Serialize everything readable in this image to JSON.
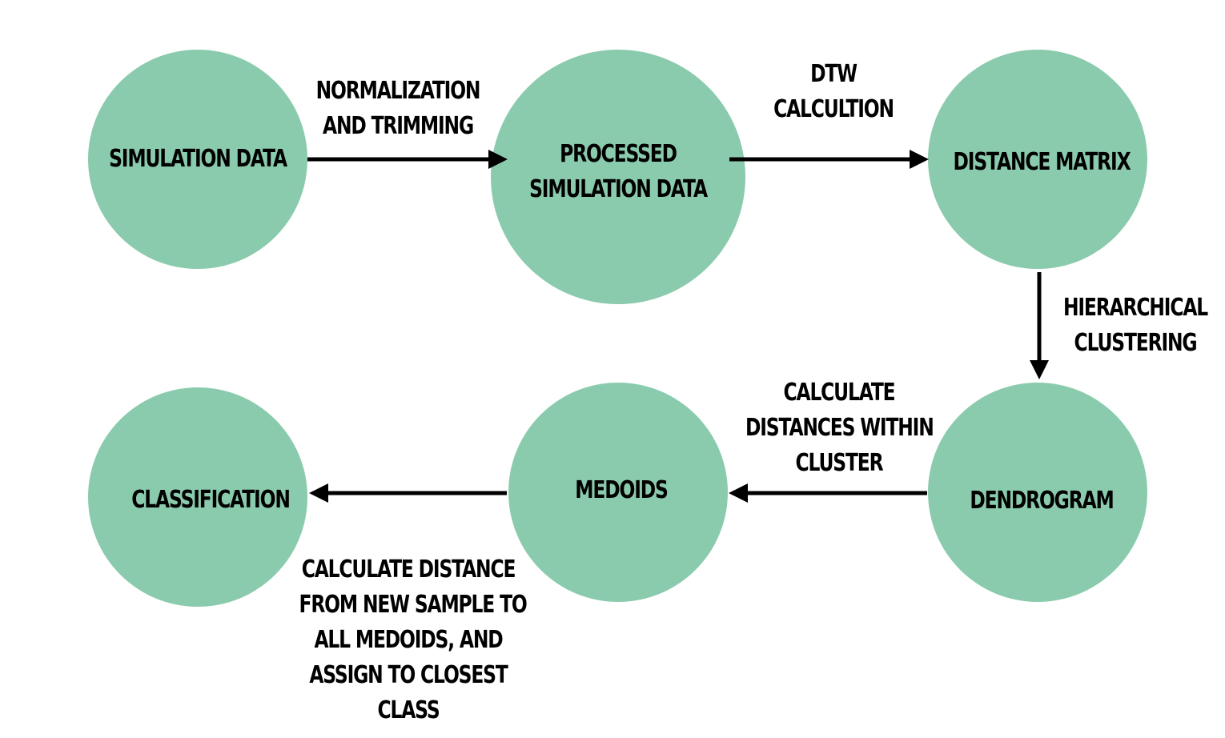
{
  "colors": {
    "node_fill": "#8bcbad",
    "arrow": "#000000",
    "text": "#000000",
    "background": "#ffffff"
  },
  "nodes": {
    "simulation_data": {
      "lines": [
        "SIMULATION DATA"
      ]
    },
    "processed_simulation_data": {
      "lines": [
        "PROCESSED",
        "SIMULATION DATA"
      ]
    },
    "distance_matrix": {
      "lines": [
        "DISTANCE MATRIX"
      ]
    },
    "dendrogram": {
      "lines": [
        "DENDROGRAM"
      ]
    },
    "medoids": {
      "lines": [
        "MEDOIDS"
      ]
    },
    "classification": {
      "lines": [
        "CLASSIFICATION"
      ]
    }
  },
  "edges": {
    "normalization": {
      "from": "SIMULATION DATA",
      "to": "PROCESSED SIMULATION DATA",
      "lines": [
        "NORMALIZATION",
        "AND TRIMMING"
      ]
    },
    "dtw": {
      "from": "PROCESSED SIMULATION DATA",
      "to": "DISTANCE MATRIX",
      "lines": [
        "DTW",
        "CALCULTION"
      ]
    },
    "hierarchical": {
      "from": "DISTANCE MATRIX",
      "to": "DENDROGRAM",
      "lines": [
        "HIERARCHICAL",
        "CLUSTERING"
      ]
    },
    "within_cluster": {
      "from": "DENDROGRAM",
      "to": "MEDOIDS",
      "lines": [
        "CALCULATE",
        "DISTANCES WITHIN",
        "CLUSTER"
      ]
    },
    "assign": {
      "from": "MEDOIDS",
      "to": "CLASSIFICATION",
      "lines": [
        "CALCULATE DISTANCE",
        "FROM NEW SAMPLE TO",
        "ALL MEDOIDS, AND",
        "ASSIGN TO CLOSEST",
        "CLASS"
      ]
    }
  }
}
